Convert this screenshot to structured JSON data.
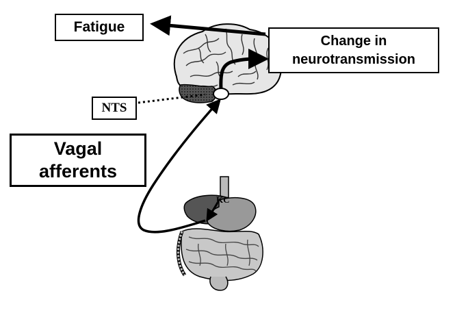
{
  "labels": {
    "fatigue": "Fatigue",
    "change_line1": "Change in",
    "change_line2": "neurotransmission",
    "nts": "NTS",
    "vagal_line1": "Vagal",
    "vagal_line2": "afferents",
    "kc": "KC"
  },
  "icons": {
    "brain": "brain-illustration",
    "gut": "digestive-system-illustration"
  },
  "colors": {
    "ink": "#000000",
    "paper": "#ffffff"
  }
}
